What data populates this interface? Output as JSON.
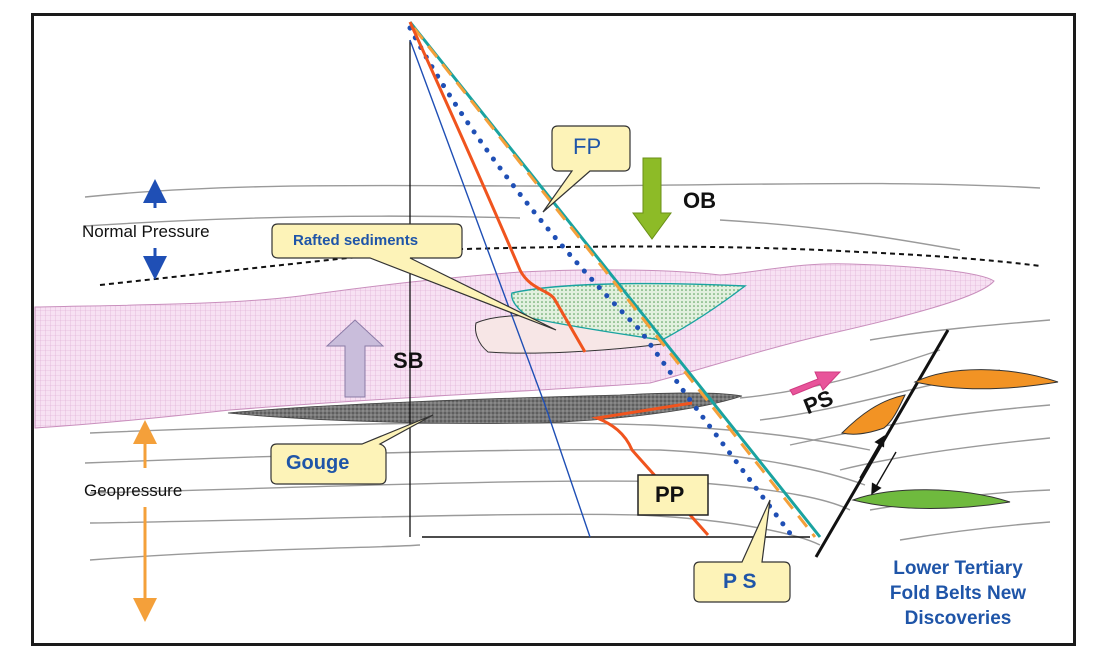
{
  "labels": {
    "fp": "FP",
    "ob": "OB",
    "normal_pressure": "Normal Pressure",
    "rafted_sediments": "Rafted sediments",
    "sb": "SB",
    "gouge": "Gouge",
    "geopressure": "Geopressure",
    "pp": "PP",
    "ps_callout": "P S",
    "ps_arrow": "PS",
    "note_line1": "Lower Tertiary",
    "note_line2": "Fold Belts New",
    "note_line3": "Discoveries"
  },
  "colors": {
    "salt_body": "#f3d9ef",
    "gouge": "#6f6f6f",
    "callout_fill": "#fdf3b8",
    "label_blue": "#1f55a8",
    "fp_line": "#1aa3a0",
    "pp_line": "#f0541e",
    "ps_line": "#f4a03a",
    "dotted_line": "#1f4fb5",
    "ob_arrow": "#8dbb27",
    "sb_arrow": "#c9bddb",
    "ps_arrow": "#e8549a",
    "fold_orange": "#f29324",
    "fold_green": "#6fba3e",
    "geopressure_arrow": "#f4a03a"
  }
}
